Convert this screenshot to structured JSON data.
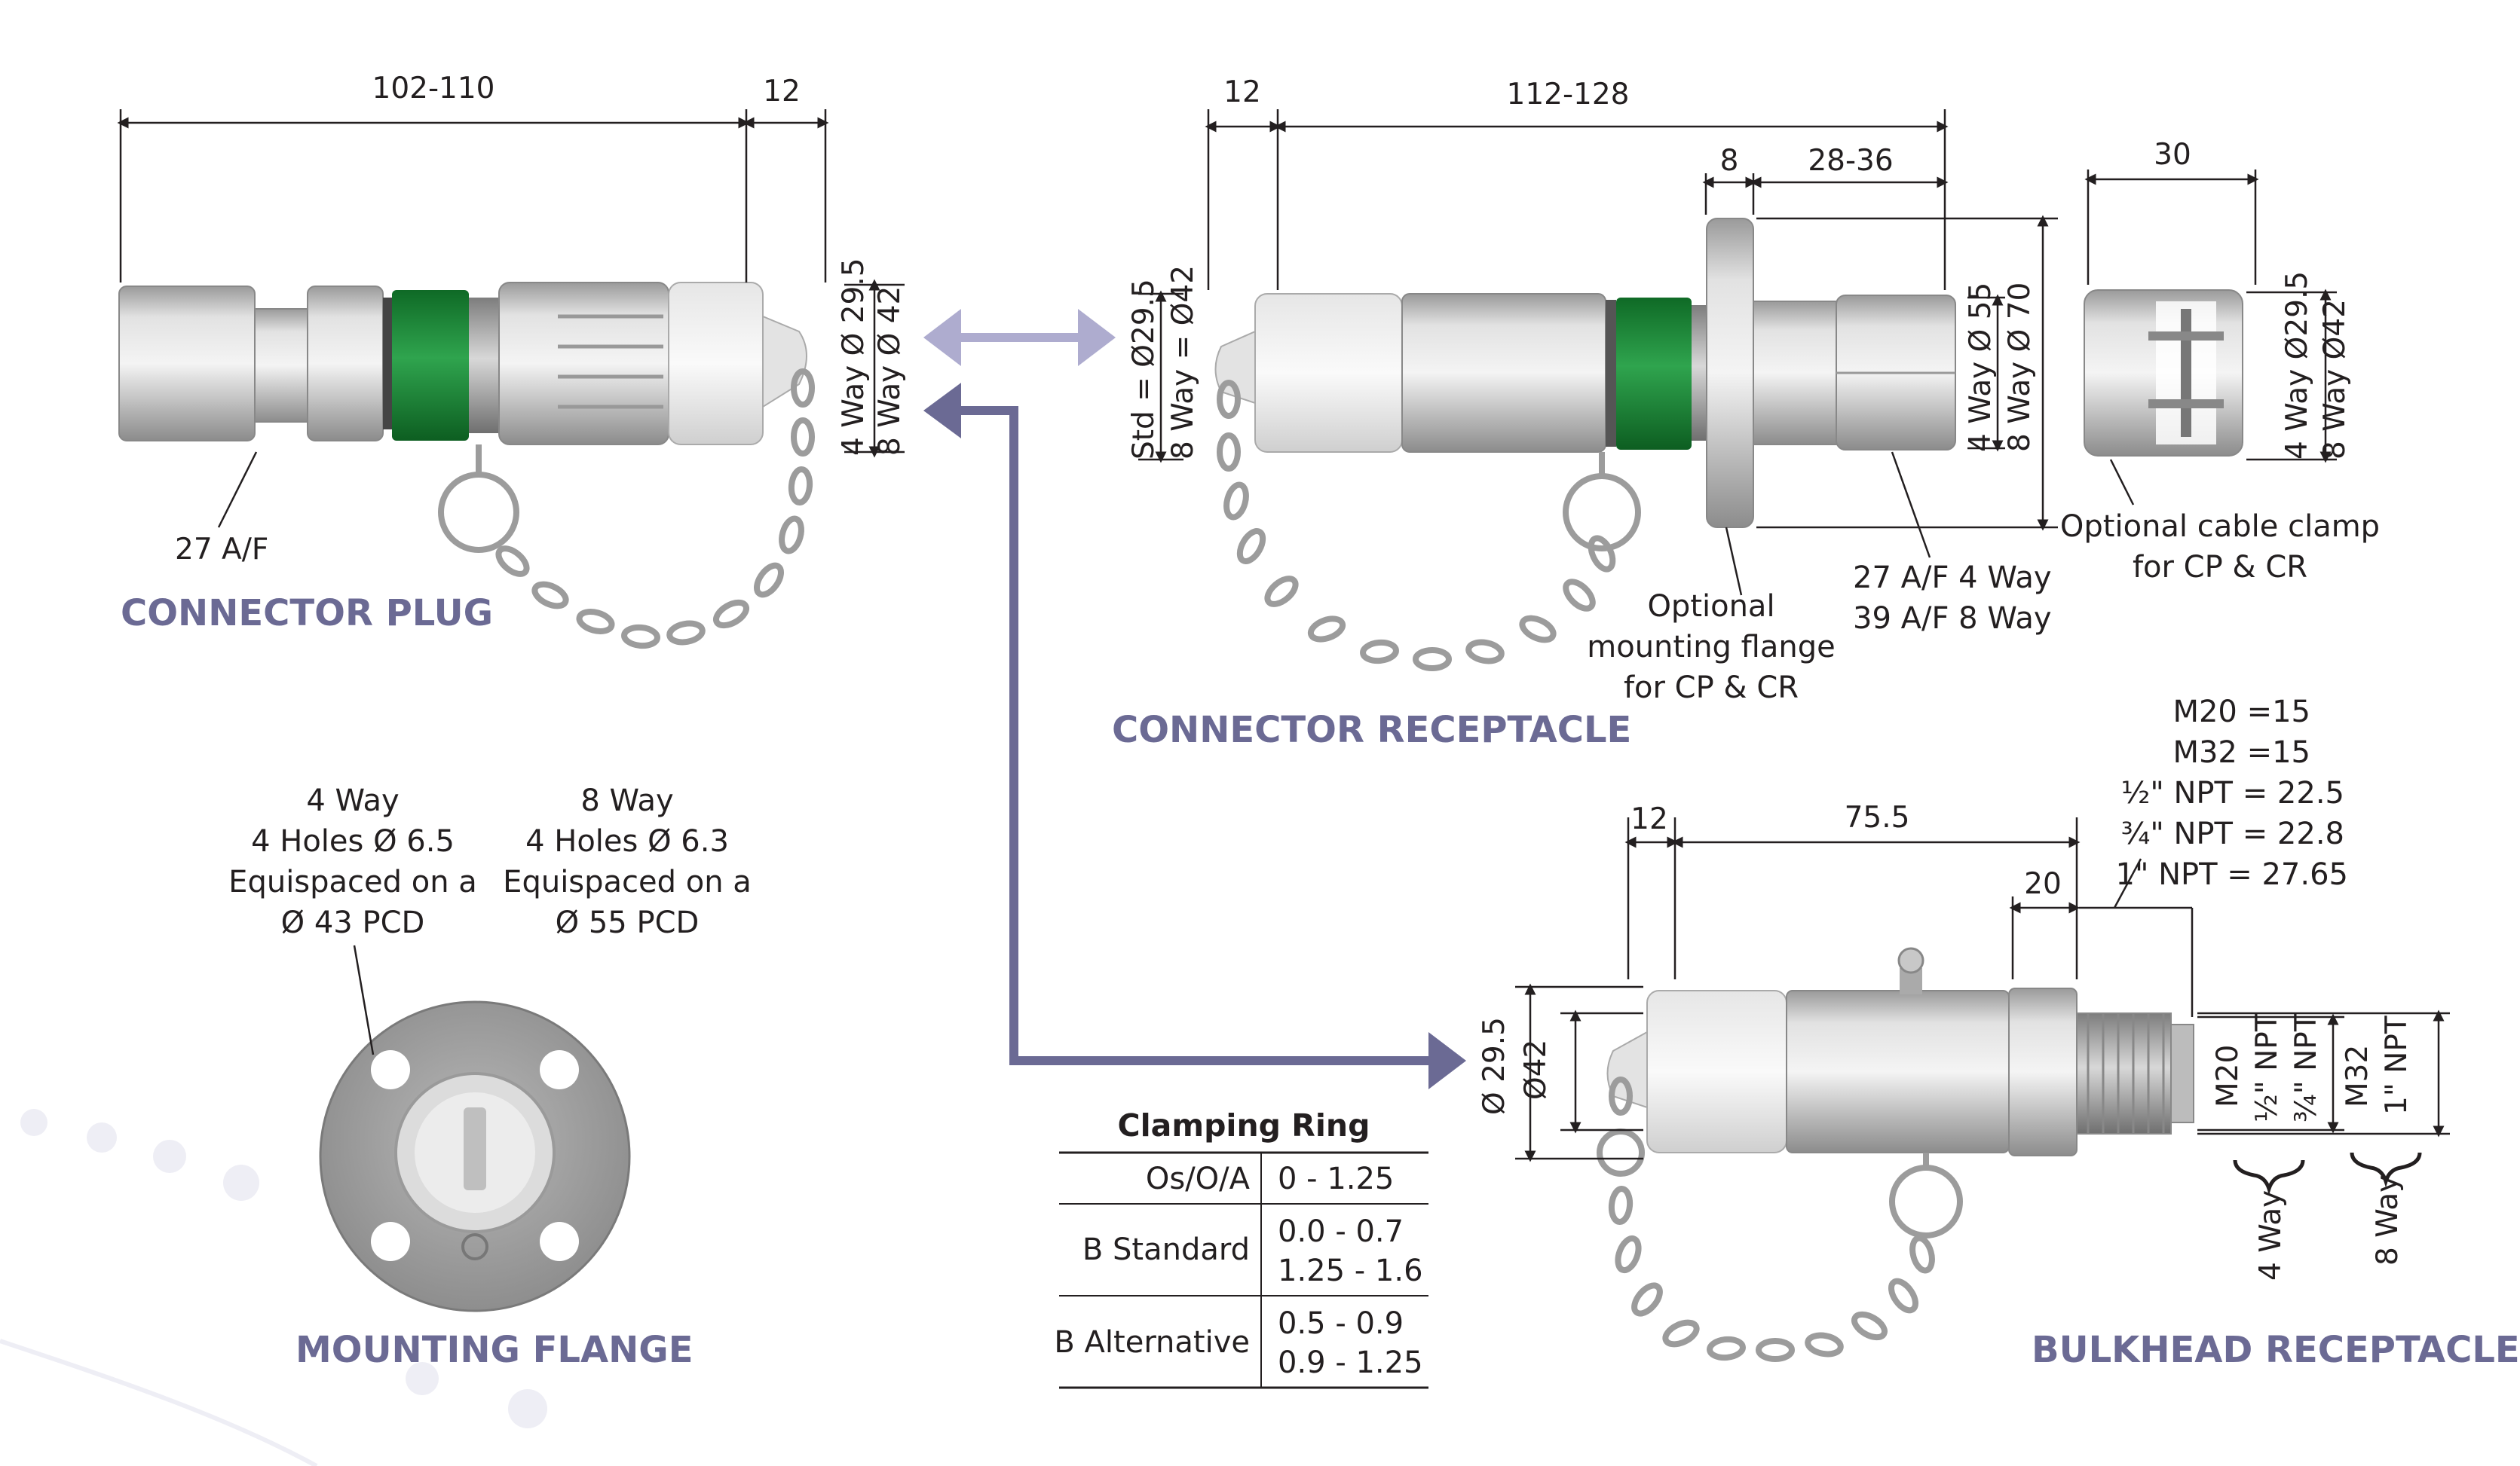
{
  "titles": {
    "connector_plug": "CONNECTOR PLUG",
    "connector_receptacle": "CONNECTOR RECEPTACLE",
    "mounting_flange": "MOUNTING FLANGE",
    "bulkhead_receptacle": "BULKHEAD RECEPTACLE"
  },
  "plug": {
    "dim_length": "102-110",
    "dim_cap": "12",
    "dia_4way": "4 Way Ø 29.5",
    "dia_8way": "8 Way Ø 42",
    "af": "27 A/F"
  },
  "receptacle": {
    "dim_cap": "12",
    "dim_length": "112-128",
    "dim_flange": "8",
    "dim_body": "28-36",
    "dim_clamp": "30",
    "dia_std": "Std = Ø29.5",
    "dia_8way": "8 Way = Ø42",
    "flange_4way": "4 Way Ø 55",
    "flange_8way": "8 Way Ø 70",
    "clamp_4way": "4 Way Ø29.5",
    "clamp_8way": "8 Way Ø42",
    "af_4way": "27 A/F 4 Way",
    "af_8way": "39 A/F 8 Way",
    "optional_flange": [
      "Optional",
      "mounting flange",
      "for CP & CR"
    ],
    "optional_clamp": [
      "Optional cable clamp",
      "for CP & CR"
    ]
  },
  "flange": {
    "col_4way": [
      "4 Way",
      "4 Holes Ø 6.5",
      "Equispaced on a",
      "Ø 43 PCD"
    ],
    "col_8way": [
      "8 Way",
      "4 Holes Ø 6.3",
      "Equispaced on a",
      "Ø 55 PCD"
    ]
  },
  "bulkhead": {
    "dim_cap": "12",
    "dim_length": "75.5",
    "dim_hex": "20",
    "thread_table": [
      "M20 =15",
      "M32 =15",
      "½\" NPT = 22.5",
      "¾\" NPT = 22.8",
      "1\" NPT = 27.65"
    ],
    "dia_small": "Ø 29.5",
    "dia_large": "Ø42",
    "thread_m20": "M20",
    "thread_half": "½\" NPT",
    "thread_threequarter": "¾\" NPT",
    "thread_m32": "M32",
    "thread_1": "1\" NPT",
    "brace_4way": "4 Way",
    "brace_8way": "8 Way"
  },
  "clamping_ring": {
    "title": "Clamping Ring",
    "rows": [
      {
        "label": "Os/O/A",
        "values": [
          "0 - 1.25"
        ]
      },
      {
        "label": "B Standard",
        "values": [
          "0.0 - 0.7",
          "1.25 - 1.6"
        ]
      },
      {
        "label": "B Alternative",
        "values": [
          "0.5 - 0.9",
          "0.9 - 1.25"
        ]
      }
    ]
  },
  "colors": {
    "accent_title": "#6b6a94",
    "arrow_light": "#aeaccf",
    "arrow_dark": "#6b6a94",
    "green_band": "#1f8a3a",
    "steel": "#bdbdbd"
  }
}
